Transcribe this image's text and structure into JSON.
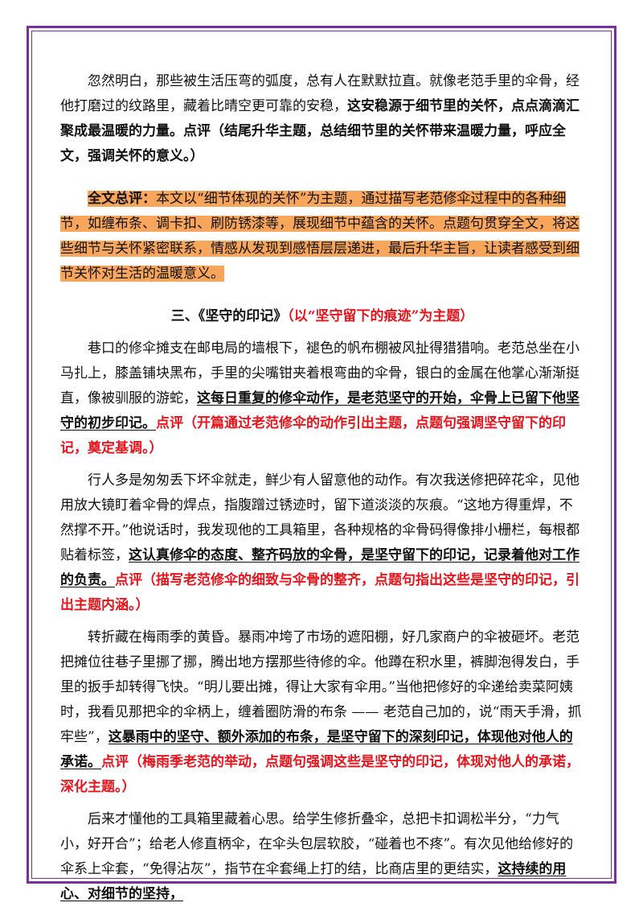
{
  "para1": {
    "normal": "忽然明白，那些被生活压弯的弧度，总有人在默默拉直。就像老范手里的伞骨，经他打磨过的纹路里，藏着比晴空更可靠的安稳，",
    "bold": "这安稳源于细节里的关怀，点点滴滴汇聚成最温暖的力量。点评（结尾升华主题，总结细节里的关怀带来温暖力量，呼应全文，强调关怀的意义。）"
  },
  "summary": {
    "label": "全文总评：",
    "text": "本文以“细节体现的关怀”为主题，通过描写老范修伞过程中的各种细节，如缠布条、调卡扣、刷防锈漆等，展现细节中蕴含的关怀。点题句贯穿全文，将这些细节与关怀紧密联系，情感从发现到感悟层层递进，最后升华主旨，让读者感受到细节关怀对生活的温暖意义。"
  },
  "section3": {
    "title": "三、《坚守的印记》",
    "subtitle": "（以“坚守留下的痕迹”为主题）"
  },
  "para2": {
    "normal": "巷口的修伞摊支在邮电局的墙根下，褪色的帆布棚被风扯得猎猎响。老范总坐在小马扎上，膝盖铺块黑布，手里的尖嘴钳夹着根弯曲的伞骨，银白的金属在他掌心渐渐挺直，像被驯服的游蛇，",
    "key": "这每日重复的修伞动作，是老范坚守的开始，伞骨上已留下他坚守的初步印记。",
    "comment": "点评（开篇通过老范修伞的动作引出主题，点题句强调坚守留下的印记，奠定基调。）"
  },
  "para3": {
    "normal": "行人多是匆匆丢下坏伞就走，鲜少有人留意他的动作。有次我送修把碎花伞，见他用放大镜盯着伞骨的焊点，指腹蹭过锈迹时，留下道淡淡的灰痕。“这地方得重焊，不然撑不开。”他说话时，我发现他的工具箱里，各种规格的伞骨码得像排小栅栏，每根都贴着标签，",
    "key": "这认真修伞的态度、整齐码放的伞骨，是坚守留下的印记，记录着他对工作的负责。",
    "comment": "点评（描写老范修伞的细致与伞骨的整齐，点题句指出这些是坚守的印记，引出主题内涵。）"
  },
  "para4": {
    "normal": "转折藏在梅雨季的黄昏。暴雨冲垮了市场的遮阳棚，好几家商户的伞被砸坏。老范把摊位往巷子里挪了挪，腾出地方摆那些待修的伞。他蹲在积水里，裤脚泡得发白，手里的扳手却转得飞快。“明儿要出摊，得让大家有伞用。”当他把修好的伞递给卖菜阿姨时，我看见那把伞的伞柄上，缠着圈防滑的布条 —— 老范自己加的，说“雨天手滑，抓牢些”，",
    "key": "这暴雨中的坚守、额外添加的布条，是坚守留下的深刻印记，体现他对他人的承诺。",
    "comment": "点评（梅雨季老范的举动，点题句强调这些是坚守的印记，体现对他人的承诺，深化主题。）"
  },
  "para5": {
    "normal": "后来才懂他的工具箱里藏着心思。给学生修折叠伞，总把卡扣调松半分，“力气小，好开合”；给老人修直柄伞，在伞头包层软胶，“碰着也不疼”。有次见他给修好的伞系上伞套，“免得沾灰”，指节在伞套绳上打的结，比商店里的更结实，",
    "key": "这持续的用心、对细节的坚持，"
  }
}
